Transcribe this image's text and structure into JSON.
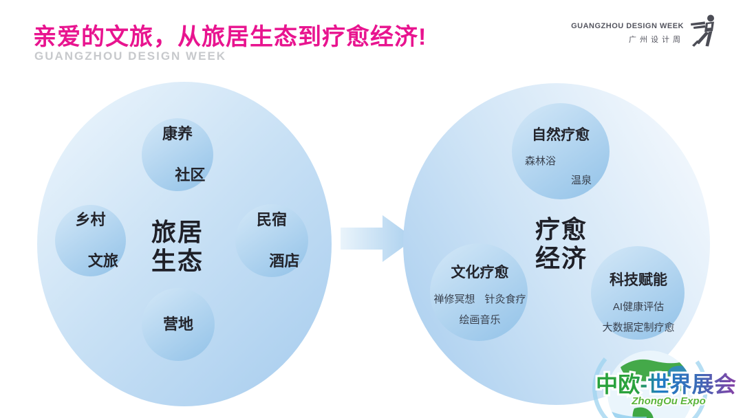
{
  "header": {
    "title": "亲爱的文旅，从旅居生态到疗愈经济!",
    "subtitle": "GUANGZHOU DESIGN WEEK"
  },
  "brand": {
    "en": "GUANGZHOU DESIGN WEEK",
    "cn": "广州设计周"
  },
  "colors": {
    "accent_pink": "#e8148f",
    "circle_blue_light": "#ecf5fc",
    "circle_blue_deep": "#a6ccee",
    "satellite_blue": "#92c2e8",
    "text_dark": "#23242b",
    "logo_green": "#2aa23c",
    "logo_blue": "#1f7ec4",
    "logo_purple": "#8640a5"
  },
  "diagram": {
    "left_circle": {
      "label_lines": [
        "旅居",
        "生态"
      ],
      "satellites": [
        {
          "id": "wellness-community",
          "lines": [
            "康养",
            "社区"
          ]
        },
        {
          "id": "rural-tourism",
          "lines": [
            "乡村",
            "文旅"
          ]
        },
        {
          "id": "homestay-hotel",
          "lines": [
            "民宿",
            "酒店"
          ]
        },
        {
          "id": "campsite",
          "lines": [
            "营地"
          ]
        }
      ]
    },
    "arrow": {
      "icon": "arrow-right-icon",
      "direction": "right"
    },
    "right_circle": {
      "label_lines": [
        "疗愈",
        "经济"
      ],
      "satellites": [
        {
          "id": "nature-healing",
          "title": "自然疗愈",
          "items": [
            "森林浴",
            "温泉"
          ]
        },
        {
          "id": "culture-healing",
          "title": "文化疗愈",
          "items": [
            "禅修冥想",
            "针灸食疗",
            "绘画音乐"
          ]
        },
        {
          "id": "tech-empowerment",
          "title": "科技赋能",
          "items": [
            "AI健康评估",
            "大数据定制疗愈"
          ]
        }
      ]
    }
  },
  "footer_logo": {
    "text": "中欧-世界展会",
    "subtext": "ZhongOu Expo"
  }
}
